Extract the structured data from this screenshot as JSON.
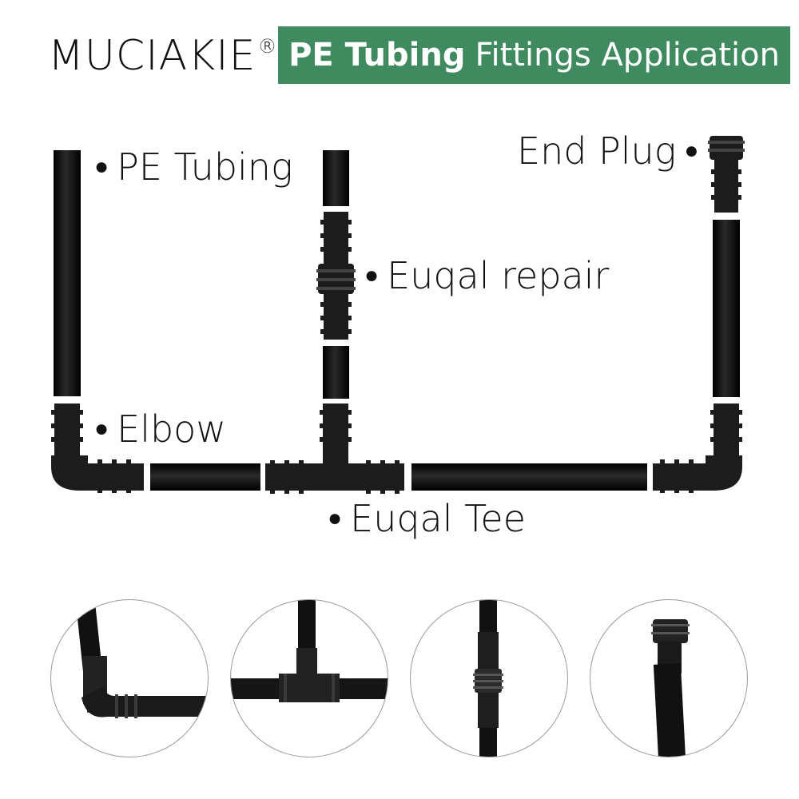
{
  "header": {
    "brand": "MUCIAKIE",
    "brand_mark": "®",
    "banner_bold": "PE Tubing",
    "banner_rest": "Fittings Application",
    "banner_color": "#3f8a5f"
  },
  "labels": {
    "pe_tubing": "PE Tubing",
    "equal_repair": "Euqal repair",
    "end_plug": "End Plug",
    "elbow": "Elbow",
    "equal_tee": "Euqal Tee"
  },
  "colors": {
    "tube": "#0a0a0a",
    "fitting": "#1c1c1c"
  },
  "detail_photos": [
    "elbow-closeup",
    "tee-closeup",
    "repair-closeup",
    "end-plug-closeup"
  ]
}
